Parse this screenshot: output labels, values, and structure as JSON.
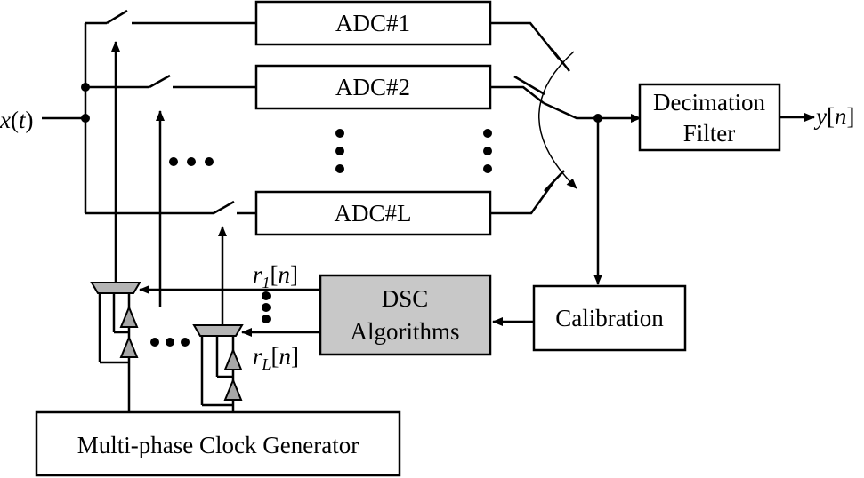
{
  "input_signal": {
    "base": "x",
    "paren_open": "(",
    "arg": "t",
    "paren_close": ")"
  },
  "output_signal": {
    "base": "y",
    "bracket_open": "[",
    "arg": "n",
    "bracket_close": "]"
  },
  "adcs": [
    {
      "label": "ADC#1"
    },
    {
      "label": "ADC#2"
    },
    {
      "label": "ADC#L"
    }
  ],
  "decimation_filter": {
    "line1": "Decimation",
    "line2": "Filter"
  },
  "dsc_algorithms": {
    "line1": "DSC",
    "line2": "Algorithms",
    "fill": "#c8c8c8"
  },
  "calibration": {
    "label": "Calibration"
  },
  "clock_generator": {
    "label": "Multi-phase Clock Generator"
  },
  "control_r1": {
    "base": "r",
    "sub": "1",
    "bracket_open": "[",
    "arg": "n",
    "bracket_close": "]"
  },
  "control_rL": {
    "base": "r",
    "sub": "L",
    "bracket_open": "[",
    "arg": "n",
    "bracket_close": "]"
  },
  "colors": {
    "line": "#000000",
    "buffer_fill": "#a6a6a6",
    "mux_fill": "#b4b4b4"
  }
}
